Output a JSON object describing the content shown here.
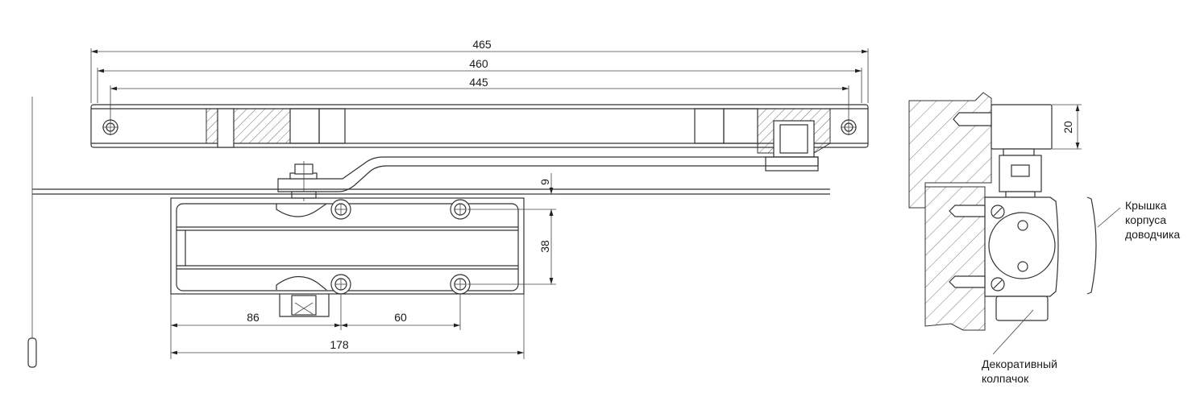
{
  "drawing": {
    "dimensions": {
      "rail_total": "465",
      "rail_mid": "460",
      "rail_holes": "445",
      "arm_offset": "9",
      "body_holes_vertical": "38",
      "body_to_axis": "86",
      "hole_spacing": "60",
      "body_length": "178",
      "bracket_height": "20"
    },
    "callouts": {
      "cover_line1": "Крышка",
      "cover_line2": "корпуса",
      "cover_line3": "доводчика",
      "cap_line1": "Декоративный",
      "cap_line2": "колпачок"
    }
  }
}
